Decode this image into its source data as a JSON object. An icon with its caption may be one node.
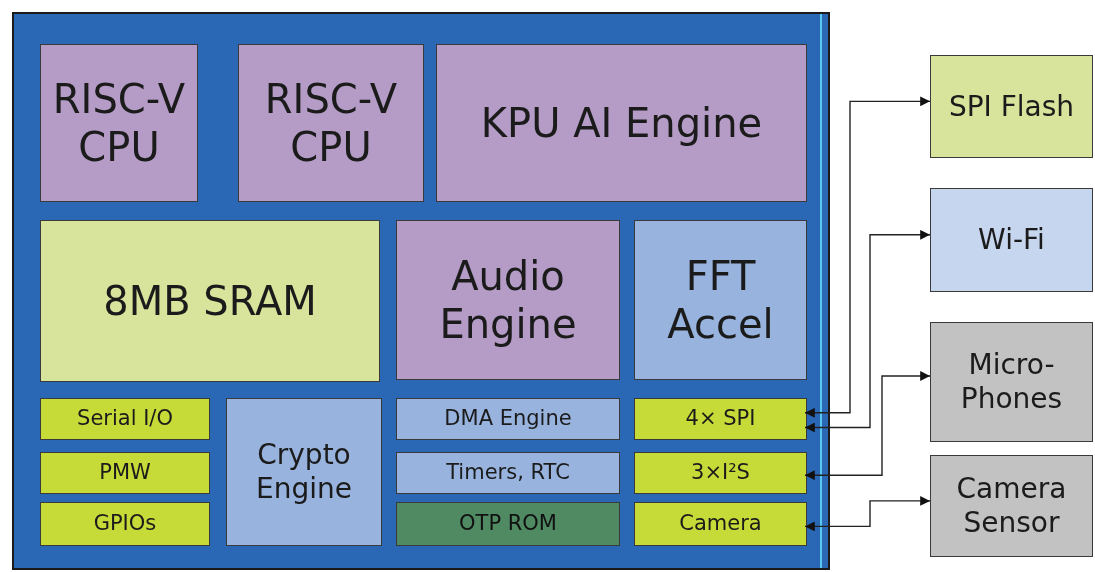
{
  "diagram": {
    "nodes": [
      {
        "text": [],
        "shape": "box"
      },
      {
        "text": [
          "RISC-V CPU"
        ],
        "in": 0
      },
      {
        "text": [
          "RISC-V CPU"
        ],
        "in": 0
      },
      {
        "text": [
          "KPU AI Engine"
        ],
        "in": 0
      },
      {
        "text": [
          "8MB SRAM"
        ],
        "in": 0
      },
      {
        "text": [
          "Audio Engine"
        ],
        "in": 0
      },
      {
        "text": [
          "FFT Accel"
        ],
        "in": 0
      },
      {
        "text": [
          "Serial I/O"
        ],
        "in": 0
      },
      {
        "text": [
          "PMW"
        ],
        "in": 0
      },
      {
        "text": [
          "GPIOs"
        ],
        "in": 0
      },
      {
        "text": [
          "Crypto Engine"
        ],
        "in": 0
      },
      {
        "text": [
          "DMA Engine"
        ],
        "in": 0
      },
      {
        "text": [
          "Timers, RTC"
        ],
        "in": 0
      },
      {
        "text": [
          "OTP ROM"
        ],
        "in": 0
      },
      {
        "text": [
          "4× SPI"
        ],
        "in": 0
      },
      {
        "text": [
          "3×I²S"
        ],
        "in": 0
      },
      {
        "text": [
          "Camera"
        ],
        "in": 0
      },
      {
        "text": [
          "SPI Flash"
        ]
      },
      {
        "text": [
          "Wi-Fi"
        ]
      },
      {
        "text": [
          "Micro- Phones"
        ]
      },
      {
        "text": [
          "Camera Sensor"
        ]
      }
    ],
    "edges": [
      {
        "from": 14,
        "to": 17,
        "arrow": "both"
      },
      {
        "from": 14,
        "to": 18,
        "arrow": "both"
      },
      {
        "from": 15,
        "to": 19,
        "arrow": "both"
      },
      {
        "from": 16,
        "to": 20,
        "arrow": "both"
      }
    ]
  }
}
